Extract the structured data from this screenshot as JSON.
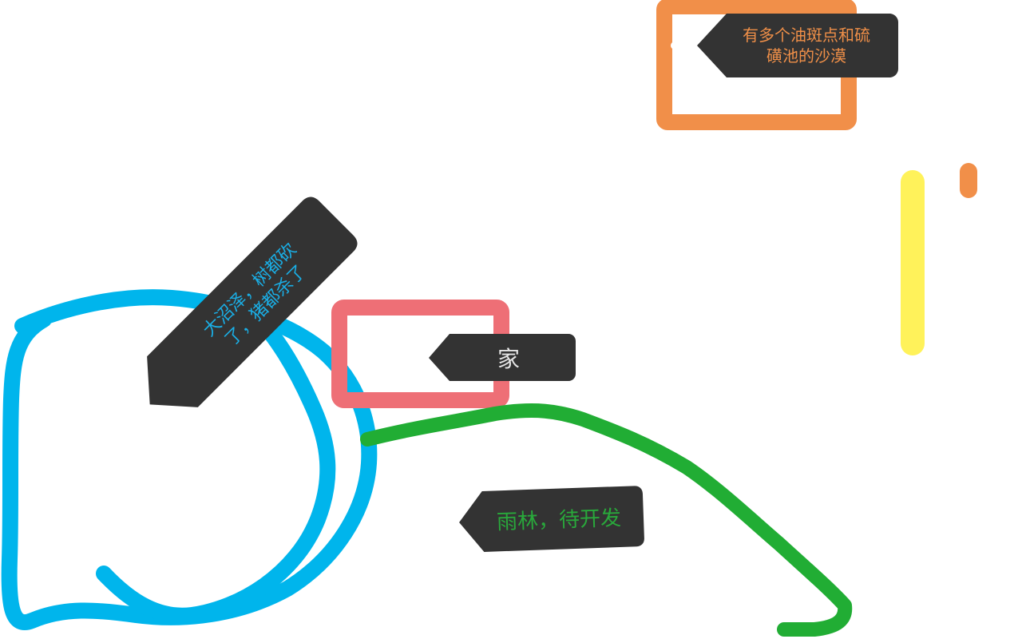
{
  "map": {
    "background": "#ffffff",
    "labels": {
      "swamp": {
        "line1": "大沼泽，树都砍",
        "line2": "了，猪都杀了",
        "color": "#1aaee5"
      },
      "home": {
        "text": "家",
        "color": "#e6e6e6"
      },
      "rainforest": {
        "text": "雨林，待开发",
        "color": "#29a83b"
      },
      "desert": {
        "line1": "有多个油斑点和硫",
        "line2": "磺池的沙漠",
        "color": "#ef8f48"
      }
    },
    "marker_background": "#333333",
    "stroke_colors": {
      "blue": "#00b5ec",
      "red": "#ee6f76",
      "green": "#21ad34",
      "orange": "#f18f49",
      "yellow": "#fff25a"
    }
  }
}
